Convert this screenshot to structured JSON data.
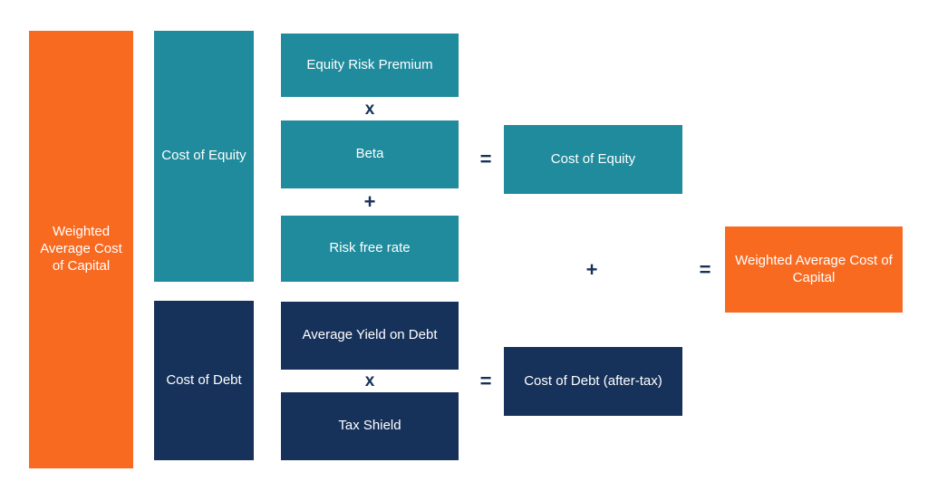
{
  "colors": {
    "teal": "#1F8B9C",
    "navy": "#17325A",
    "orange": "#F96A21",
    "background": "#FFFFFF",
    "text_on_fill": "#FFFFFF",
    "operator": "#17325A"
  },
  "diagram": {
    "title": "Weighted Average Cost of Capital",
    "spine": {
      "label": "Weighted Average Cost of Capital",
      "color": "orange"
    },
    "groups": [
      {
        "name": "cost-of-equity",
        "label": "Cost of Equity",
        "color": "teal",
        "components": [
          {
            "label": "Equity Risk Premium"
          },
          {
            "label": "Beta"
          },
          {
            "label": "Risk free rate"
          }
        ],
        "operators": [
          "x",
          "+"
        ],
        "equals": "=",
        "result": "Cost of Equity"
      },
      {
        "name": "cost-of-debt",
        "label": "Cost of Debt",
        "color": "navy",
        "components": [
          {
            "label": "Average Yield on Debt"
          },
          {
            "label": "Tax Shield"
          }
        ],
        "operators": [
          "x"
        ],
        "equals": "=",
        "result": "Cost of Debt (after-tax)"
      }
    ],
    "final": {
      "plus": "+",
      "equals": "=",
      "result": "Weighted Average Cost of Capital",
      "color": "orange"
    }
  }
}
